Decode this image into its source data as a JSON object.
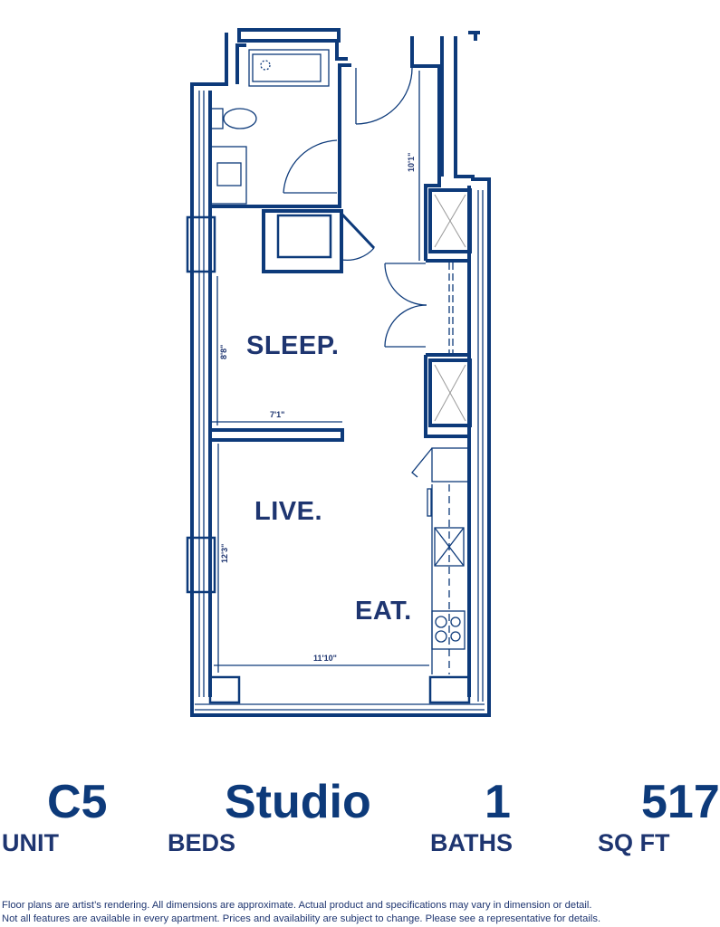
{
  "floor_plan": {
    "rooms": {
      "sleep": "SLEEP.",
      "live": "LIVE.",
      "eat": "EAT."
    },
    "dimensions": {
      "hall": "10'1\"",
      "sleep_depth": "8'8\"",
      "sleep_width": "7'1\"",
      "live_depth": "12'3\"",
      "live_width": "11'10\""
    }
  },
  "summary": {
    "unit_label": "UNIT",
    "unit_value": "C5",
    "beds_label": "BEDS",
    "beds_value": "Studio",
    "baths_label": "BATHS",
    "baths_value": "1",
    "sqft_label": "SQ FT",
    "sqft_value": "517"
  },
  "disclaimer": [
    "Floor plans are artist’s rendering. All dimensions are approximate. Actual product and specifications may vary in dimension or detail.",
    "Not all features are available in every apartment. Prices and availability are subject to change. Please see a representative for details."
  ],
  "colors": {
    "primary": "#0d3a7a",
    "label": "#1e3570"
  }
}
